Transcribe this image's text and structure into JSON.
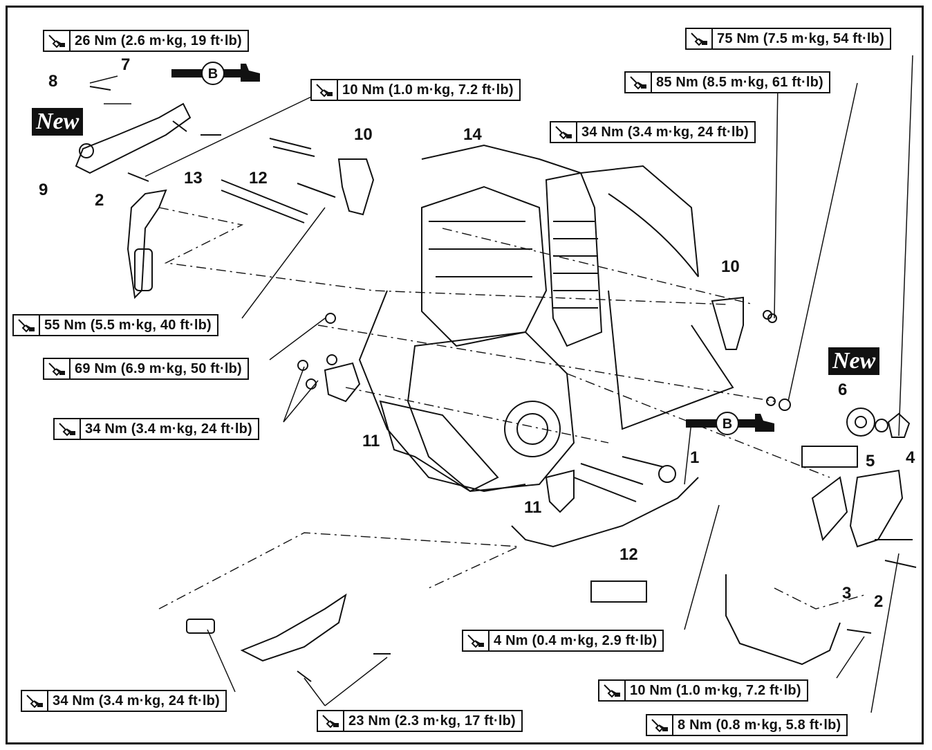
{
  "torques": [
    {
      "id": "t26",
      "text": "26 Nm (2.6 m·kg, 19 ft·lb)"
    },
    {
      "id": "t10a",
      "text": "10 Nm (1.0 m·kg, 7.2 ft·lb)"
    },
    {
      "id": "t75",
      "text": "75 Nm (7.5 m·kg, 54 ft·lb)"
    },
    {
      "id": "t85",
      "text": "85 Nm (8.5 m·kg, 61 ft·lb)"
    },
    {
      "id": "t34a",
      "text": "34 Nm (3.4 m·kg, 24 ft·lb)"
    },
    {
      "id": "t55",
      "text": "55 Nm (5.5 m·kg, 40 ft·lb)"
    },
    {
      "id": "t69",
      "text": "69 Nm (6.9 m·kg, 50 ft·lb)"
    },
    {
      "id": "t34b",
      "text": "34 Nm (3.4 m·kg, 24 ft·lb)"
    },
    {
      "id": "t4",
      "text": "4 Nm (0.4 m·kg, 2.9 ft·lb)"
    },
    {
      "id": "t10b",
      "text": "10 Nm (1.0 m·kg, 7.2 ft·lb)"
    },
    {
      "id": "t8",
      "text": "8 Nm (0.8 m·kg, 5.8 ft·lb)"
    },
    {
      "id": "t34c",
      "text": "34 Nm (3.4 m·kg, 24 ft·lb)"
    },
    {
      "id": "t23",
      "text": "23 Nm (2.3 m·kg, 17 ft·lb)"
    }
  ],
  "callouts": [
    "1",
    "2",
    "2",
    "3",
    "4",
    "5",
    "6",
    "7",
    "8",
    "9",
    "10",
    "10",
    "11",
    "11",
    "12",
    "12",
    "13",
    "14"
  ],
  "new_label": "New",
  "grease_label": "B",
  "icons": {
    "torque": "torque-wrench-icon",
    "grease": "grease-gun-icon"
  }
}
